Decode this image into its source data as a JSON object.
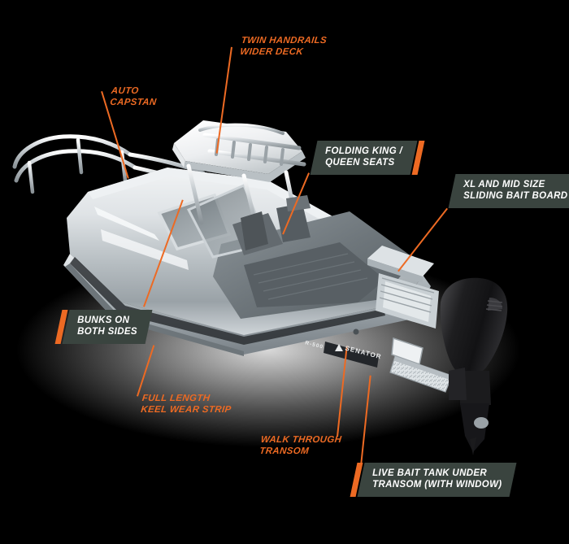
{
  "diagram": {
    "subject": "Senator hardtop aluminium fishing boat",
    "background_color": "#000000",
    "accent_color": "#ED6A23",
    "box_color": "#3A443F",
    "label_text_color": "#FFFFFF"
  },
  "hull": {
    "brand": "SENATOR",
    "model_code": "R-500"
  },
  "callouts": [
    {
      "id": "twin-handrails",
      "style": "text",
      "lines": [
        "TWIN HANDRAILS",
        "WIDER DECK"
      ]
    },
    {
      "id": "auto-capstan",
      "style": "text",
      "lines": [
        "AUTO",
        "CAPSTAN"
      ]
    },
    {
      "id": "folding-seats",
      "style": "box",
      "accent_side": "right",
      "lines": [
        "FOLDING KING /",
        "QUEEN SEATS"
      ]
    },
    {
      "id": "bait-board",
      "style": "box",
      "accent_side": "right",
      "lines": [
        "XL AND MID SIZE",
        "SLIDING BAIT BOARD"
      ]
    },
    {
      "id": "bunks",
      "style": "box",
      "accent_side": "left",
      "lines": [
        "BUNKS ON",
        "BOTH SIDES"
      ]
    },
    {
      "id": "keel-wear-strip",
      "style": "text",
      "lines": [
        "FULL LENGTH",
        "KEEL WEAR STRIP"
      ]
    },
    {
      "id": "walk-through-transom",
      "style": "text",
      "lines": [
        "WALK THROUGH",
        "TRANSOM"
      ]
    },
    {
      "id": "live-bait-tank",
      "style": "box",
      "accent_side": "left",
      "lines": [
        "LIVE BAIT TANK UNDER",
        "TRANSOM (WITH WINDOW)"
      ]
    }
  ]
}
